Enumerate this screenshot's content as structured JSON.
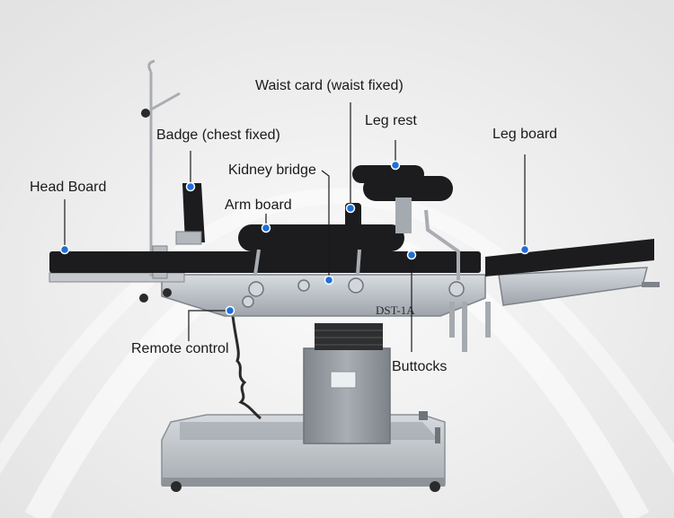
{
  "labels": {
    "waist_card": "Waist card (waist fixed)",
    "leg_rest": "Leg rest",
    "badge": "Badge (chest fixed)",
    "leg_board": "Leg board",
    "kidney_bridge": "Kidney bridge",
    "head_board": "Head Board",
    "arm_board": "Arm board",
    "remote_control": "Remote control",
    "buttocks": "Buttocks"
  },
  "model_plate": "DST-1A",
  "colors": {
    "callout_line": "#1a1a1a",
    "callout_dot": "#1e6fd9",
    "tabletop": "#1c1c1e",
    "frame": "#b7bcc3",
    "column": "#8f959c",
    "base": "#c9cdd2"
  }
}
